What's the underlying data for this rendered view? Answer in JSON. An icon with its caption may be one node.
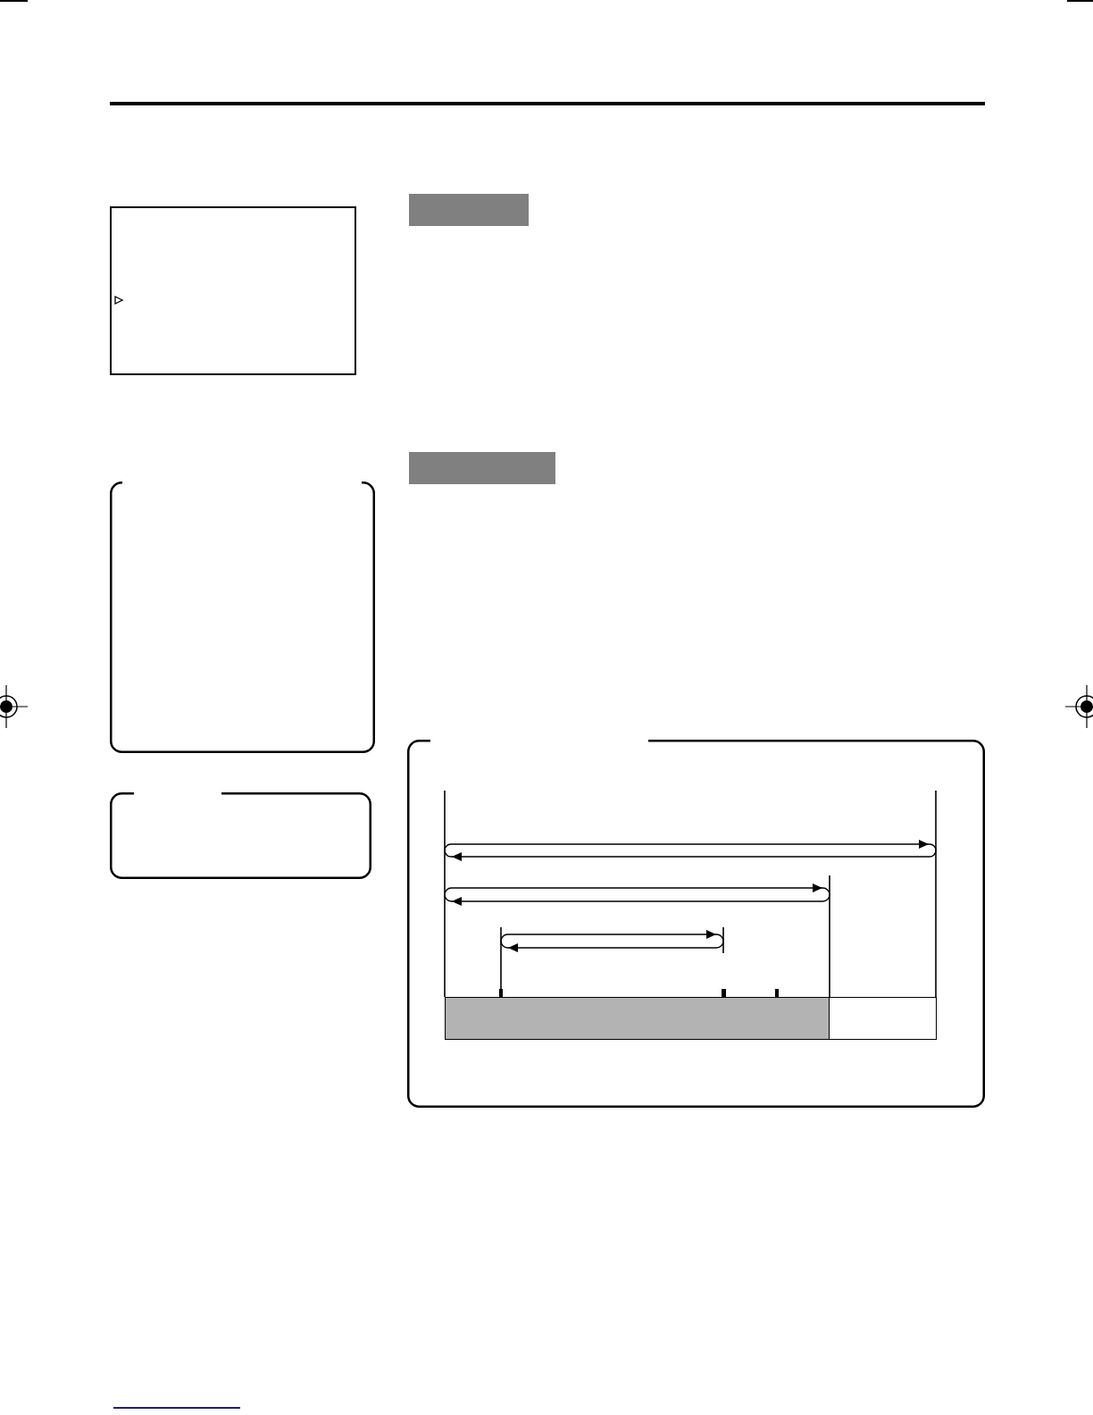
{
  "diagram": {
    "nodes": [
      {
        "text": [],
        "shape": "box"
      },
      {
        "text": [],
        "shape": "bar"
      },
      {
        "text": [],
        "shape": "bar"
      },
      {
        "text": [],
        "shape": "box"
      },
      {
        "text": [],
        "shape": "box"
      },
      {
        "text": [],
        "shape": "box"
      },
      {
        "text": [],
        "shape": "bar",
        "in": 5
      },
      {
        "text": [],
        "shape": "bar",
        "in": 5
      }
    ]
  }
}
